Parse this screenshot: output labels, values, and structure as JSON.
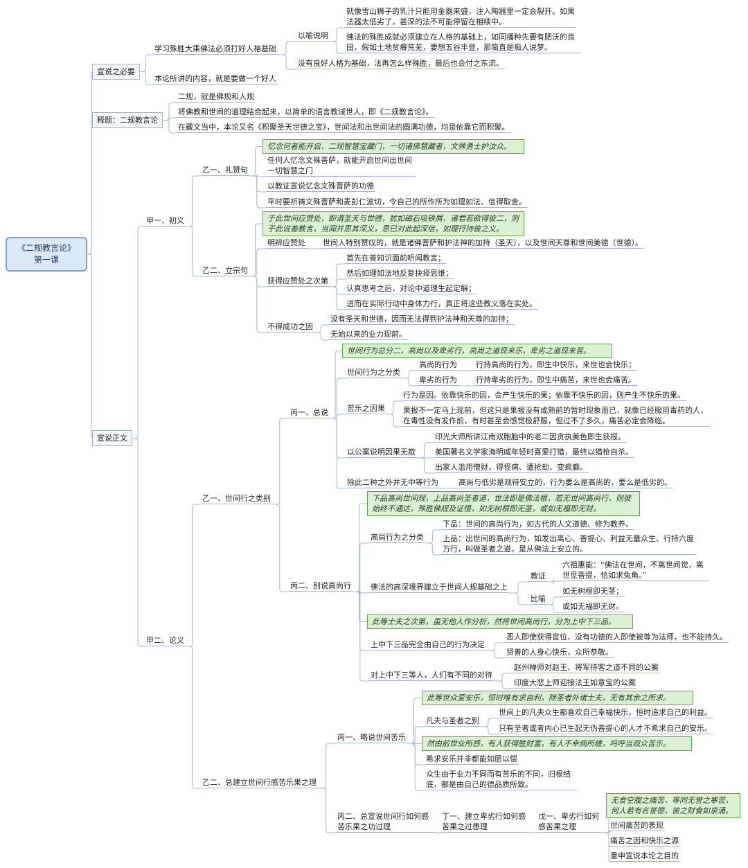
{
  "root": "《二规教言论》\n第一课",
  "nodes": {
    "n1": "宣说之必要",
    "n1a": "学习殊胜大乘佛法必须打好人格基础",
    "n1a1": "以喻说明",
    "n1a1a": "就像雪山狮子的乳汁只能用金器来盛，注入陶器里一定会裂开。如果法器太低劣了，甚深的法不可能停留在相续中。",
    "n1a1b": "佛法的殊胜成就必须建立在人格的基础上，如同播种先要有肥沃的良田，假如土地贫瘠荒芜，要想五谷丰登，那简直是痴人说梦。",
    "n1a2": "没有良好人格为基础，法再怎么样殊胜，最后也会付之东流。",
    "n1b": "本论所讲的内容，就是要做一个好人",
    "n2": "释题：二规教言论",
    "n2a": "二规，就是佛规和人规",
    "n2b": "将佛教和世间的道理结合起来，以简单的语言教诫世人，即《二规教言论》。",
    "n2c": "在藏文当中，本论又名《积聚圣天世德之宝》，世间法和出世间法的圆满功德，均是依靠它而积聚。",
    "n3": "宣说正文",
    "j1": "甲一、初义",
    "y1": "乙一、礼赞句",
    "y1h": "忆念何者能开启，二规智慧宝藏门，一切诸佛慧藏者，文殊勇士护汝众。",
    "y1a": "任何人忆念文殊菩萨，就能开启世间出世间一切智慧之门",
    "y1b": "以教证宣说忆念文殊菩萨的功德",
    "y1c": "平时要祈祷文殊菩萨和麦彭仁波切，令自己的所作所为如理如法、信得取舍。",
    "y2": "乙二、立宗句",
    "y2h": "于此世间应赞处，即谓圣天与世德，犹如磁石吸铁屑，诸君若欲得彼二，则于此说善教言，当闻并思其深义，思已对此起深信，如理行持彼之义。",
    "y2a": "明辨应赞处",
    "y2a1": "世间人特别赞叹的，就是诸佛菩萨和护法神的加持（圣天），以及世间天尊和世间美德（世德）。",
    "y2b": "获得应赞处之次第",
    "y2b1": "首先在善知识面前听闻教言；",
    "y2b2": "然后如理如法地反复抉择思维；",
    "y2b3": "认真思考之后，对论中道理生起定解；",
    "y2b4": "进而在实际行动中身体力行，真正将这些教义落在实处。",
    "y2c": "不得成功之因",
    "y2c1": "没有圣天和世德，因而无法得到护法神和天尊的加持；",
    "y2c2": "无始以来的业力现前。",
    "j2": "甲二、论义",
    "z1": "乙一、世间行之类别",
    "b1": "丙一、总说",
    "b1h": "世间行为总分二，高尚以及卑劣行，高尚之道现来乐，卑劣之道现来苦。",
    "b1a": "世间行为之分类",
    "b1a1": "高尚的行为",
    "b1a1x": "行持高尚的行为，即生中快乐，来世也会快乐；",
    "b1a2": "卑劣的行为",
    "b1a2x": "行持卑劣的行为，即生中痛苦，来世也会痛苦。",
    "b1b": "苦乐之因果",
    "b1b1": "行为是因。依靠快乐的因，会产生快乐的果；依靠不快乐的因，则产生不快乐的果。",
    "b1b2": "果报不一定马上现前，但这只是果报没有成熟前的暂时现象而已，就像已经服用毒药的人，在毒性没有发作前，有时甚至会感觉极舒服，但过不了多久，痛苦必定会降临。",
    "b1c": "以公案说明因果无欺",
    "b1c1": "印光大师所讲江南双胞胎中的老二因贪执美色即生获报。",
    "b1c2": "美国著名文学家海明威年轻时喜爱打猎，最终以猎枪自杀。",
    "b1c3": "出家人滥用僧财，得怪病、遭抢劫、变疯癫。",
    "b1d": "除此二种之外并无中等行为",
    "b1d1": "高尚与低劣是观待安立的，行为要么是高尚的，要么是低劣的。",
    "b2": "丙二、别说高尚行",
    "b2h": "下品高尚世间规，上品高尚圣者道，世法即是佛法根，若无世间高尚行，则彼始终不通达，殊胜佛规及证悟，如无树根即无茎，或如无福即无财。",
    "b2a": "高尚行为之分类",
    "b2a1": "下品：世间的高尚行为，如古代的人文道德、修为教养。",
    "b2a2": "上品：出世间的高尚行为，如发出离心、菩提心、利益无量众生、行持六度万行，叫做圣者之道，是从佛法上安立的。",
    "b2b": "佛法的高深境界建立于世间人规基础之上",
    "b2b1": "教证",
    "b2b1x": "六祖惠能：“佛法在世间，不离世间觉，离世觅菩提，恰如求兔角。”",
    "b2b2": "比喻",
    "b2b2x": "如无树根即无茎；",
    "b2b2y": "或如无福即无财。",
    "b2h2": "此等士夫之次第，虽无他人作分析，然将世间高尚行，分为上中下三品。",
    "b2c": "上中下三品完全由自己的行为决定",
    "b2c1": "恶人即使获得官位、没有功德的人即使被尊为法师，也不能持久。",
    "b2c2": "贤善的人身心快乐，众所恭敬。",
    "b2d": "对上中下三等人，人们有不同的对待",
    "b2d1": "赵州禅师对赵王、将军待客之道不同的公案",
    "b2d2": "印度大悲上师迎接法王如意宝的公案",
    "z2": "乙二、总建立世间行感苦乐果之理",
    "c1": "丙一、略说世间苦乐",
    "c1h": "此等世众爱安乐，恒时唯有求自利，除圣者外诸士夫，无有其余之所求。",
    "c1a": "凡夫与圣者之别",
    "c1a1": "世间上的凡夫众生都喜欢自己幸福快乐，恒时追求自己的利益。",
    "c1a2": "只有圣者或者内心已生起无伪菩提心的人才不希求自己的安乐。",
    "c1h2": "然由前世业所感，有人获得胜财富，有人不幸病所缠，呜呼当观众苦乐。",
    "c1b": "希求安乐并非都能如愿以偿",
    "c1c": "众生由于业力不同而有苦乐的不同，归根结底，都是由自己的德品质所致。",
    "c2": "丙二、总宣说世间行如何感苦乐果之功过理",
    "d1": "丁一、建立卑劣行如何感苦果之过患理",
    "w1": "戊一、卑劣行如何感苦果之理",
    "w1h": "无食空腹之痛苦，等同无誉之寒苦，何人若有名誉德，彼之财食如泉涌。",
    "w1a": "世间痛苦的表现",
    "w1b": "痛苦之因和快乐之源",
    "w1c": "重申宣说本论之目的"
  }
}
